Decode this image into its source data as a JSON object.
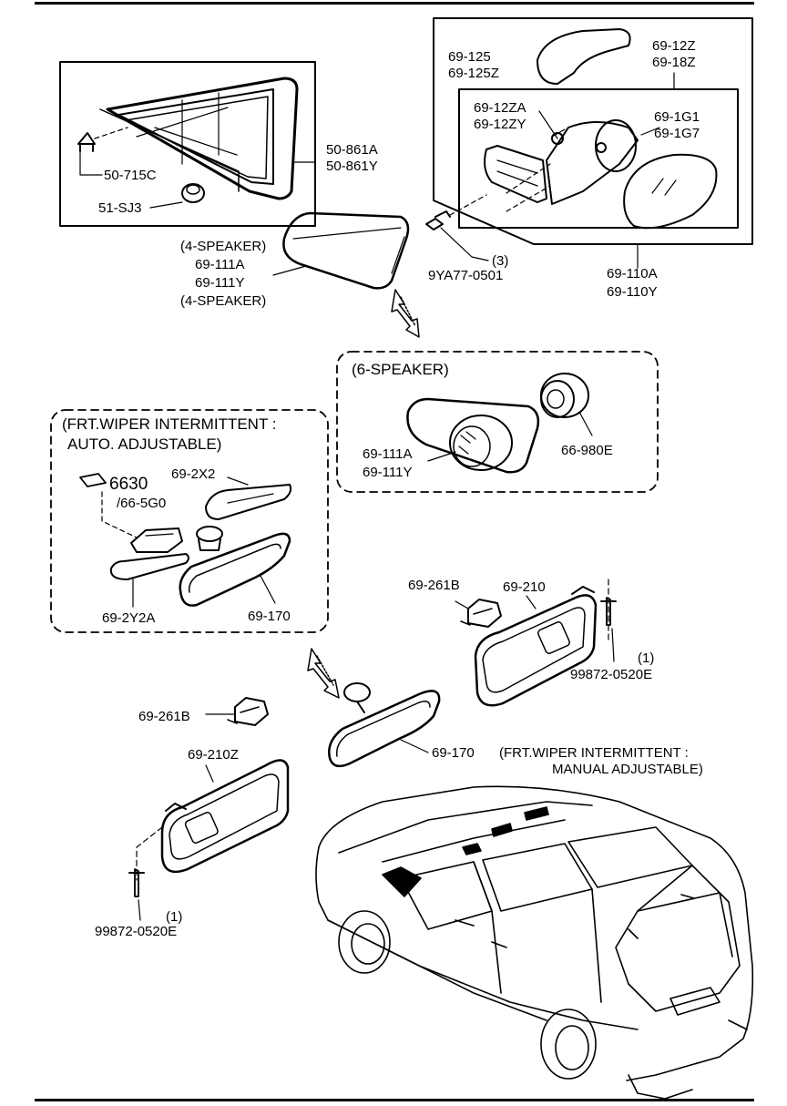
{
  "labels": {
    "mirror_cover": [
      "69-125",
      "69-125Z"
    ],
    "mirror_assy_top": [
      "69-12Z",
      "69-18Z"
    ],
    "mirror_motor": [
      "69-12ZA",
      "69-12ZY"
    ],
    "mirror_glass": [
      "69-1G1",
      "69-1G7"
    ],
    "quarter_glass": [
      "50-861A",
      "50-861Y"
    ],
    "clip": "50-715C",
    "fastener": "51-SJ3",
    "speaker_4": [
      "(4-SPEAKER)",
      "69-111A",
      "69-111Y",
      "(4-SPEAKER)"
    ],
    "bolt": [
      "(3)",
      "9YA77-0501"
    ],
    "mirror_assy": [
      "69-110A",
      "69-110Y"
    ],
    "speaker_6_title": "(6-SPEAKER)",
    "speaker_6_garnish": [
      "69-111A",
      "69-111Y"
    ],
    "tweeter": "66-980E",
    "auto_title": [
      "(FRT.WIPER INTERMITTENT :",
      "AUTO. ADJUSTABLE)"
    ],
    "ref_6630": "6630",
    "ref_665g0": "/66-5G0",
    "cover_upper": "69-2X2",
    "cover_lower": "69-2Y2A",
    "rearview_auto": "69-170",
    "holder_right": "69-261B",
    "visor_right": "69-210",
    "screw_right": [
      "(1)",
      "99872-0520E"
    ],
    "holder_left": "69-261B",
    "visor_left": "69-210Z",
    "rearview_manual": "69-170",
    "manual_title": [
      "(FRT.WIPER INTERMITTENT :",
      "MANUAL ADJUSTABLE)"
    ],
    "screw_left": [
      "(1)",
      "99872-0520E"
    ]
  },
  "colors": {
    "ink": "#000000",
    "paper": "#ffffff",
    "shade": "#bdbdbd"
  }
}
